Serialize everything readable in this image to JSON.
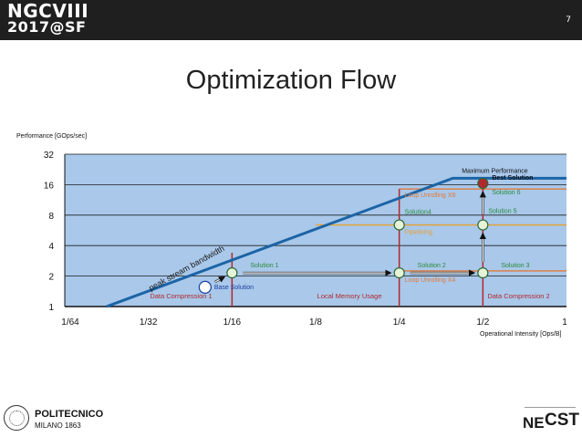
{
  "header": {
    "conference_line1": "NGCVIII",
    "conference_line2": "2017@SF",
    "slide_number": "7",
    "bar_color": "#1f1f1f"
  },
  "title": "Optimization Flow",
  "chart_data": {
    "type": "line",
    "y_scale": "log2",
    "x_scale": "log2",
    "ylabel": "Performance [GOps/sec]",
    "xlabel": "Operational Intensity [Ops/B]",
    "x_ticks": [
      "1/64",
      "1/32",
      "1/16",
      "1/8",
      "1/4",
      "1/2",
      "1"
    ],
    "x_tick_values": [
      0.015625,
      0.03125,
      0.0625,
      0.125,
      0.25,
      0.5,
      1
    ],
    "y_ticks": [
      "1",
      "2",
      "4",
      "8",
      "16",
      "32"
    ],
    "y_tick_values": [
      1,
      2,
      4,
      8,
      16,
      32
    ],
    "xlim": [
      0.015625,
      1
    ],
    "ylim": [
      1,
      32
    ],
    "background_color": "#a9c8ea",
    "roofline_color": "#1b64a6",
    "roofline": {
      "peak_bandwidth_label": "peak stream bandwidth",
      "max_performance_label": "Maximum Performance",
      "max_performance": 18.5,
      "points": [
        {
          "x": 0.0221,
          "y": 1
        },
        {
          "x": 0.39,
          "y": 18.5
        },
        {
          "x": 1,
          "y": 18.5
        }
      ]
    },
    "ceilings": [
      {
        "label": "Loop Unrolling X8",
        "y": 14.5,
        "x_from": 0.25,
        "x_to": 1,
        "color": "#e07a3a"
      },
      {
        "label": "Pipelining",
        "y": 6.4,
        "x_from": 0.125,
        "x_to": 1,
        "color": "#e8a030"
      },
      {
        "label": "Loop Unrolling X4",
        "y": 2.25,
        "x_from": 0.25,
        "x_to": 1,
        "color": "#e07a3a"
      }
    ],
    "intensity_walls": [
      {
        "label": "Data Compression 1",
        "x": 0.0625,
        "y_to": 3.4
      },
      {
        "label": "Local Memory Usage",
        "x": 0.25,
        "y_to": 14.5
      },
      {
        "label": "Data Compression 2",
        "x": 0.5,
        "y_to": 16.5
      }
    ],
    "wall_color": "#b3282d",
    "solutions": [
      {
        "label": "Base Solution",
        "x": 0.05,
        "y": 1.55,
        "color": "#ffffff",
        "label_color": "#1a3fa0"
      },
      {
        "label": "Solution 1",
        "x": 0.0625,
        "y": 2.15,
        "color": "#e6f3d6",
        "label_color": "#2a8a3a"
      },
      {
        "label": "Solution 2",
        "x": 0.25,
        "y": 2.15,
        "color": "#e6f3d6",
        "label_color": "#2a8a3a"
      },
      {
        "label": "Solution 3",
        "x": 0.5,
        "y": 2.15,
        "color": "#e6f3d6",
        "label_color": "#2a8a3a"
      },
      {
        "label": "Solution4",
        "x": 0.25,
        "y": 6.4,
        "color": "#e6f3d6",
        "label_color": "#2a8a3a"
      },
      {
        "label": "Solution 5",
        "x": 0.5,
        "y": 6.4,
        "color": "#e6f3d6",
        "label_color": "#2a8a3a"
      },
      {
        "label": "Solution 6",
        "x": 0.5,
        "y": 16.5,
        "color": "#b3282d",
        "label_color": "#2a8a3a"
      }
    ],
    "best_solution_label": "Best Solution",
    "transitions": [
      {
        "from": 0,
        "to": 1
      },
      {
        "from": 1,
        "to": 2
      },
      {
        "from": 2,
        "to": 3
      },
      {
        "from": 3,
        "to": 5
      },
      {
        "from": 5,
        "to": 6
      }
    ]
  },
  "footer": {
    "left_logo_name": "POLITECNICO",
    "left_logo_city": "MILANO 1863",
    "right_logo_ne": "NE",
    "right_logo_cst": "CST"
  }
}
